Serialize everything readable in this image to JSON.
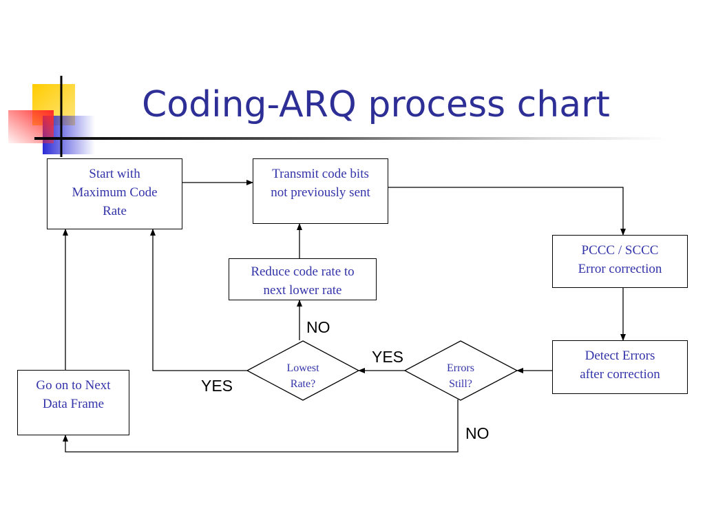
{
  "title": "Coding-ARQ process chart",
  "colors": {
    "title": "#2e2f96",
    "node_text": "#3333aa",
    "logo_yellow": "#ffcc00",
    "logo_blue": "#2b2bd6",
    "logo_red": "#ff3b3b"
  },
  "nodes": {
    "start": {
      "text": "Start with\nMaximum Code\nRate"
    },
    "transmit": {
      "text": "Transmit code bits\nnot previously sent"
    },
    "reduce": {
      "text": "Reduce code rate to\nnext lower rate"
    },
    "pccc": {
      "text": "PCCC / SCCC\nError correction"
    },
    "detect": {
      "text": "Detect Errors\nafter correction"
    },
    "next_frame": {
      "text": "Go on to Next\nData Frame"
    },
    "lowest_rate": {
      "text": "Lowest\nRate?"
    },
    "errors_still": {
      "text": "Errors\nStill?"
    }
  },
  "edge_labels": {
    "lowest_no": "NO",
    "errors_yes": "YES",
    "lowest_yes": "YES",
    "errors_no": "NO"
  }
}
